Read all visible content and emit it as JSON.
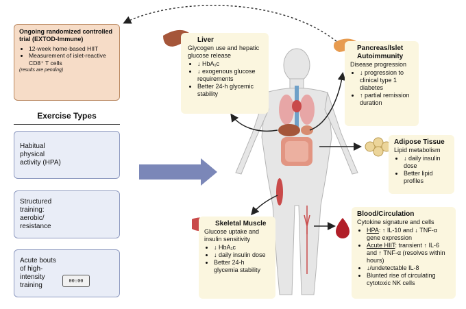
{
  "trial": {
    "title": "Ongoing randomized controlled trial (EXTOD-Immune)",
    "bullets": [
      "12-week home-based HIIT",
      "Measurement of islet-reactive CD8⁺ T cells"
    ],
    "note": "(results are pending)"
  },
  "exercise": {
    "title": "Exercise Types",
    "items": [
      "Habitual physical activity (HPA)",
      "Structured training: aerobic/ resistance",
      "Acute bouts of high-intensity training"
    ]
  },
  "liver": {
    "title": "Liver",
    "intro": "Glycogen use and hepatic glucose release",
    "bullets": [
      "↓ HbA₁c",
      "↓ exogenous glucose requirements",
      "Better 24-h glycemic stability"
    ]
  },
  "pancreas": {
    "title": "Pancreas/Islet Autoimmunity",
    "intro": "Disease progression",
    "bullets": [
      "↓ progression to clinical type 1 diabetes",
      "↑ partial remission duration"
    ]
  },
  "adipose": {
    "title": "Adipose Tissue",
    "intro": "Lipid metabolism",
    "bullets": [
      "↓ daily insulin dose",
      "Better lipid profiles"
    ]
  },
  "muscle": {
    "title": "Skeletal Muscle",
    "intro": "Glucose uptake and insulin sensitivity",
    "bullets": [
      "↓ HbA₁c",
      "↓ daily insulin dose",
      "Better 24-h glycemia stability"
    ]
  },
  "blood": {
    "title": "Blood/Circulation",
    "intro": "Cytokine signature and cells",
    "hpa_label": "HPA",
    "hpa_text": ": ↑ IL-10 and ↓ TNF-α gene expression",
    "hiit_label": "Acute HIIT",
    "hiit_text": ": transient ↑ IL-6 and ↑ TNF-α (resolves within hours)",
    "bullets": [
      "↓/undetectable IL-8",
      "Blunted rise of circulating cytotoxic NK cells"
    ]
  },
  "timer_text": "00:00",
  "colors": {
    "arrow": "#7b87b8",
    "trial_bg": "#f6dcc7",
    "panel_bg": "#fbf6df",
    "exercise_bg": "#e9edf7"
  }
}
